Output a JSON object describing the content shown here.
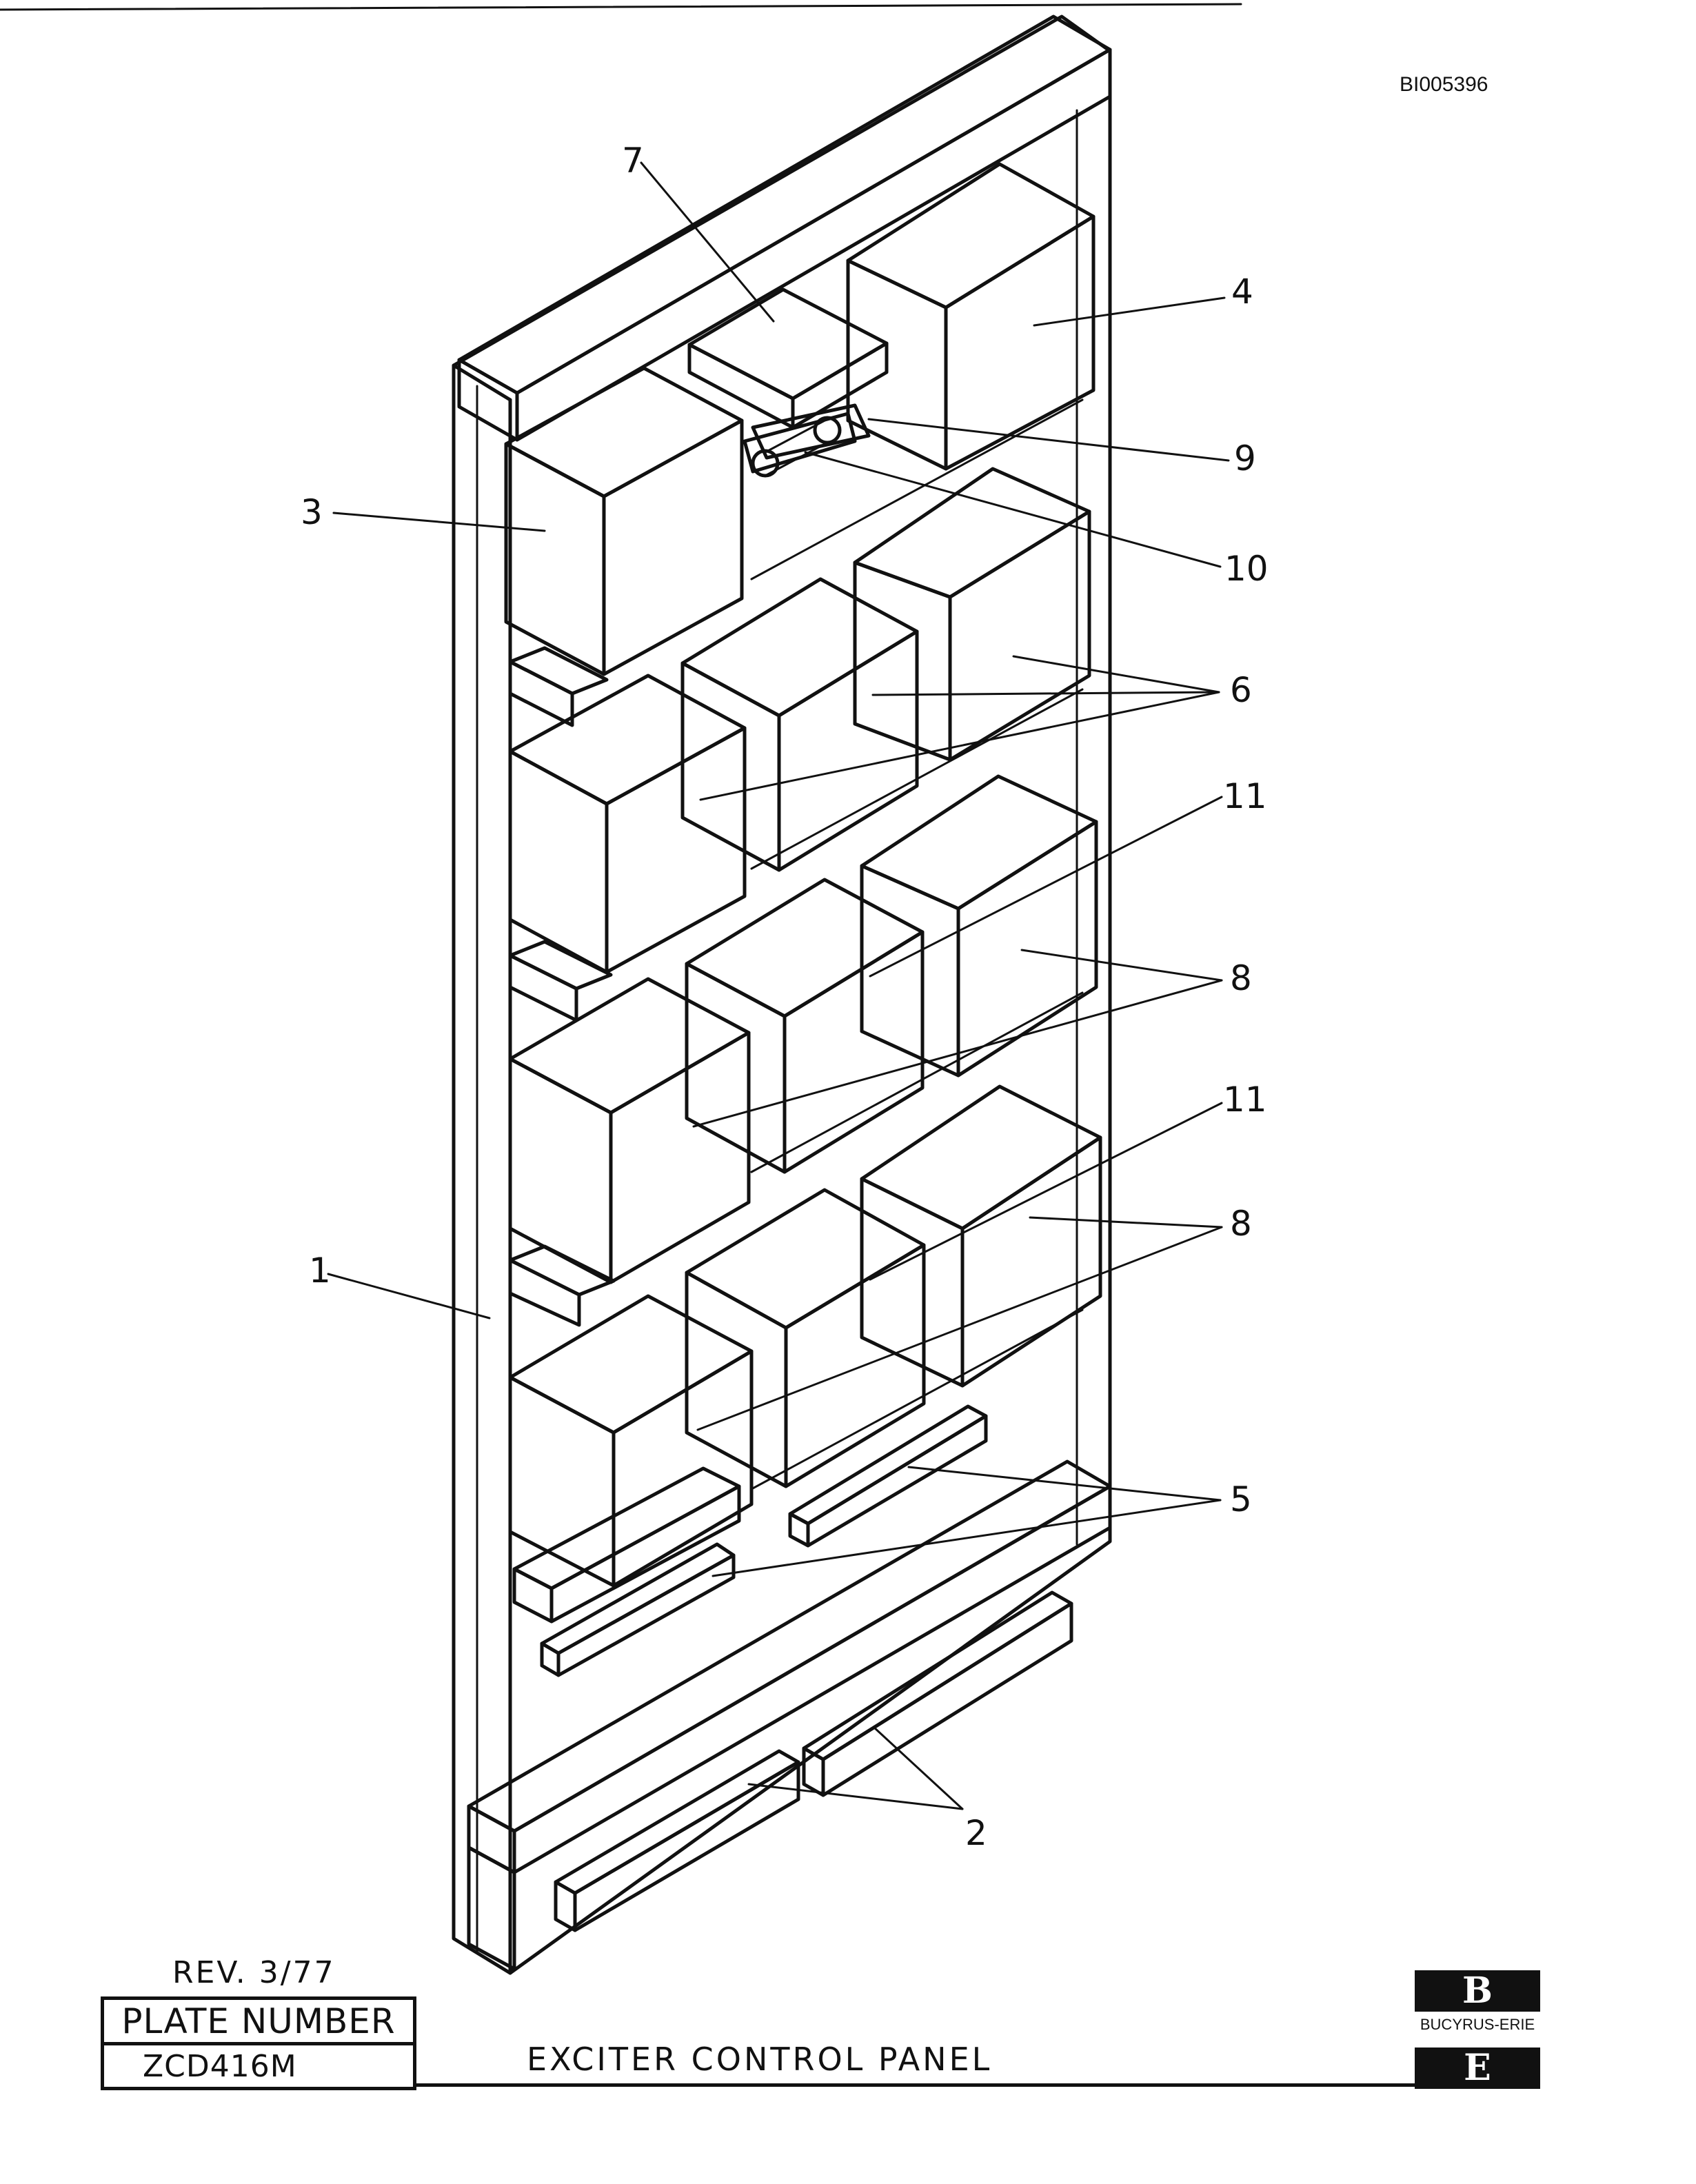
{
  "document_id": "BI005396",
  "revision": "REV. 3/77",
  "plate": {
    "label": "PLATE NUMBER",
    "value": "ZCD416M"
  },
  "title": "EXCITER CONTROL PANEL",
  "logo": {
    "top_letter": "B",
    "name": "BUCYRUS-ERIE",
    "bottom_letter": "E"
  },
  "callouts": [
    "1",
    "2",
    "3",
    "4",
    "5",
    "6",
    "7",
    "8",
    "8",
    "9",
    "10",
    "11",
    "11"
  ]
}
